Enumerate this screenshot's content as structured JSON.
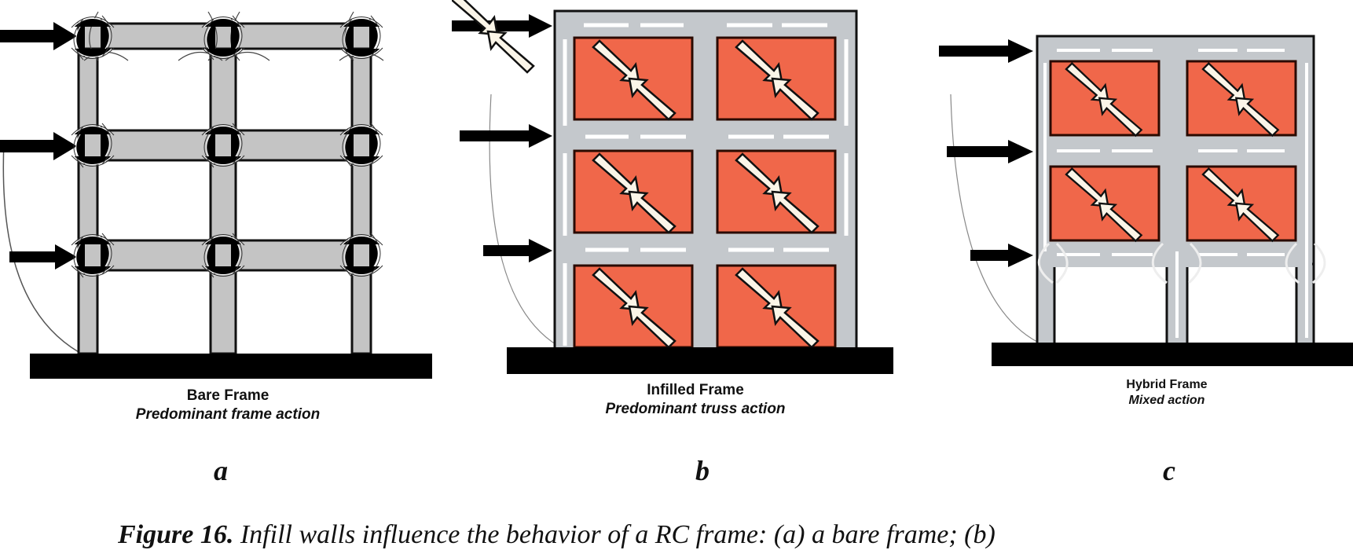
{
  "figure": {
    "number_label": "Figure 16.",
    "caption_text": "Infill walls influence the behavior of a RC frame: (a) a bare frame; (b)",
    "colors": {
      "frame_gray": "#c4c4c4",
      "infill_red": "#f0674a",
      "outline": "#111111",
      "base": "#000000"
    },
    "panels": [
      {
        "letter": "a",
        "title": "Bare Frame",
        "subtitle": "Predominant frame action",
        "icons": [
          "lateral-load-arrow",
          "moment-rotation-arrow",
          "deflected-shape-curve"
        ]
      },
      {
        "letter": "b",
        "title": "Infilled Frame",
        "subtitle": "Predominant truss action",
        "icons": [
          "lateral-load-arrow",
          "diagonal-strut-compression-arrow",
          "axial-force-arrow",
          "deflected-shape-curve"
        ]
      },
      {
        "letter": "c",
        "title": "Hybrid Frame",
        "subtitle": "Mixed action",
        "icons": [
          "lateral-load-arrow",
          "diagonal-strut-compression-arrow",
          "moment-rotation-arrow",
          "deflected-shape-curve"
        ]
      }
    ]
  }
}
